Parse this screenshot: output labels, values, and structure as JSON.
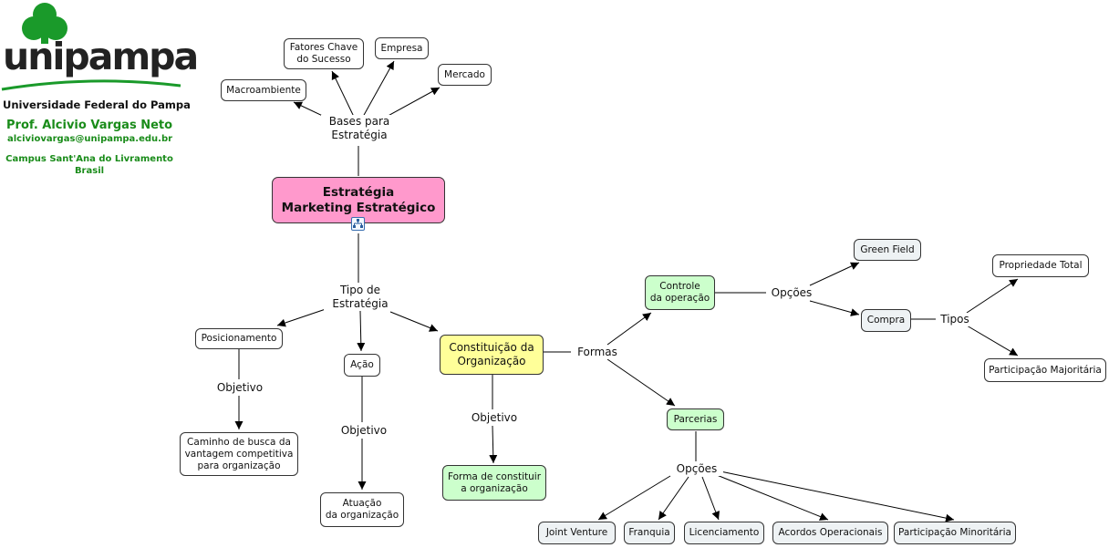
{
  "header": {
    "brand": "unipampa",
    "university": "Universidade Federal do Pampa",
    "professor": "Prof. Alcivio Vargas Neto",
    "email": "alciviovargas@unipampa.edu.br",
    "campus_line1": "Campus Sant'Ana do Livramento",
    "campus_line2": "Brasil"
  },
  "colors": {
    "root": "#ff99cc",
    "yellow_node": "#ffff99",
    "green_node": "#ccffcc",
    "grey_node": "#eef2f4",
    "brand_green": "#1a8c1a"
  },
  "root": "Estratégia\nMarketing Estratégico",
  "root_icon": "concept-map-link-icon",
  "bases": {
    "label": "Bases para\nEstratégia",
    "macroambiente": "Macroambiente",
    "fatores": "Fatores Chave\ndo Sucesso",
    "empresa": "Empresa",
    "mercado": "Mercado"
  },
  "tipo": {
    "label": "Tipo de\nEstratégia",
    "posicionamento": "Posicionamento",
    "objetivo1": "Objetivo",
    "caminho": "Caminho de busca da\nvantagem competitiva\npara organização",
    "acao": "Ação",
    "objetivo2": "Objetivo",
    "atuacao": "Atuação\nda organização",
    "constituicao": "Constituição da\nOrganização",
    "objetivo3": "Objetivo",
    "forma": "Forma de constituir\na organização"
  },
  "formas": {
    "label": "Formas",
    "controle": "Controle\nda operação",
    "opcoes1": "Opções",
    "green_field": "Green Field",
    "compra": "Compra",
    "tipos": "Tipos",
    "propriedade": "Propriedade Total",
    "majoritaria": "Participação Majoritária",
    "parcerias": "Parcerias",
    "opcoes2": "Opções",
    "joint": "Joint Venture",
    "franquia": "Franquia",
    "licenciamento": "Licenciamento",
    "acordos": "Acordos Operacionais",
    "minoritaria": "Participação Minoritária"
  }
}
